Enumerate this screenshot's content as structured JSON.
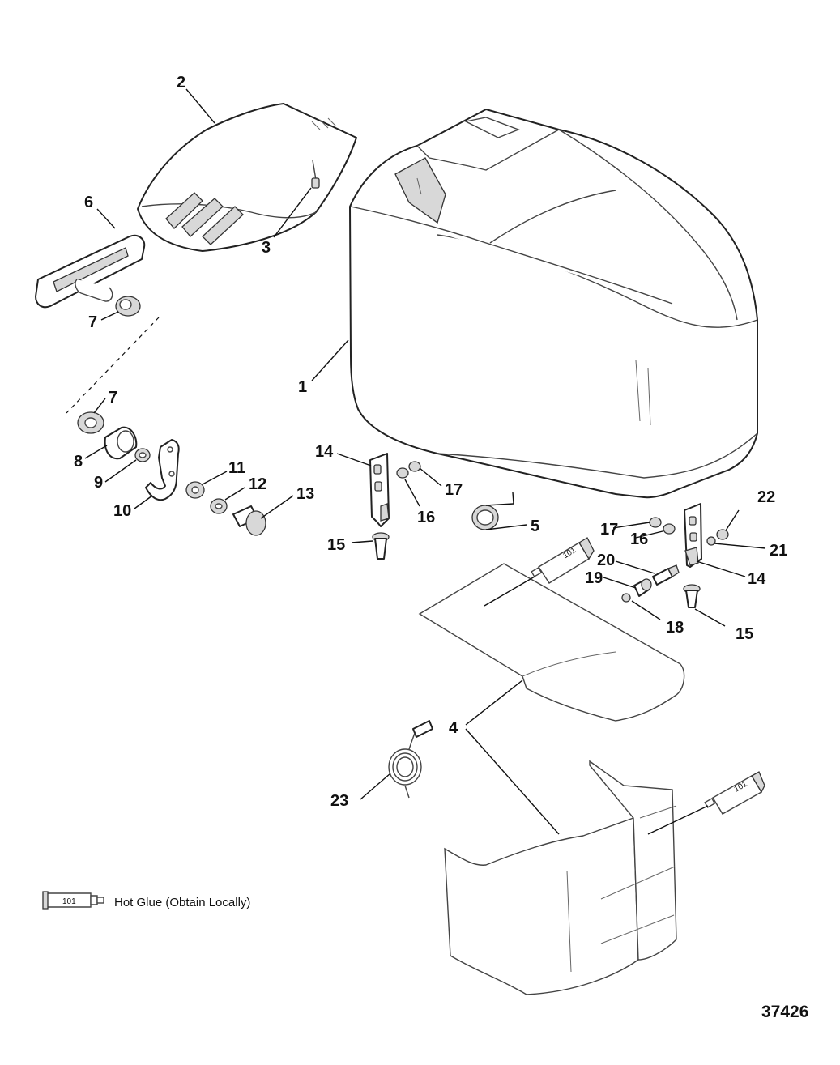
{
  "diagram": {
    "figure_number": "37426",
    "legend": {
      "sealant_icon_code": "101",
      "text": "Hot Glue (Obtain Locally)",
      "icon": "glue-tube-icon"
    },
    "sealant_labels": [
      "101",
      "101"
    ],
    "callouts": [
      "1",
      "2",
      "3",
      "4",
      "5",
      "6",
      "7",
      "7",
      "8",
      "9",
      "10",
      "11",
      "12",
      "13",
      "14",
      "14",
      "15",
      "15",
      "16",
      "16",
      "17",
      "17",
      "18",
      "19",
      "20",
      "21",
      "22",
      "23"
    ]
  }
}
